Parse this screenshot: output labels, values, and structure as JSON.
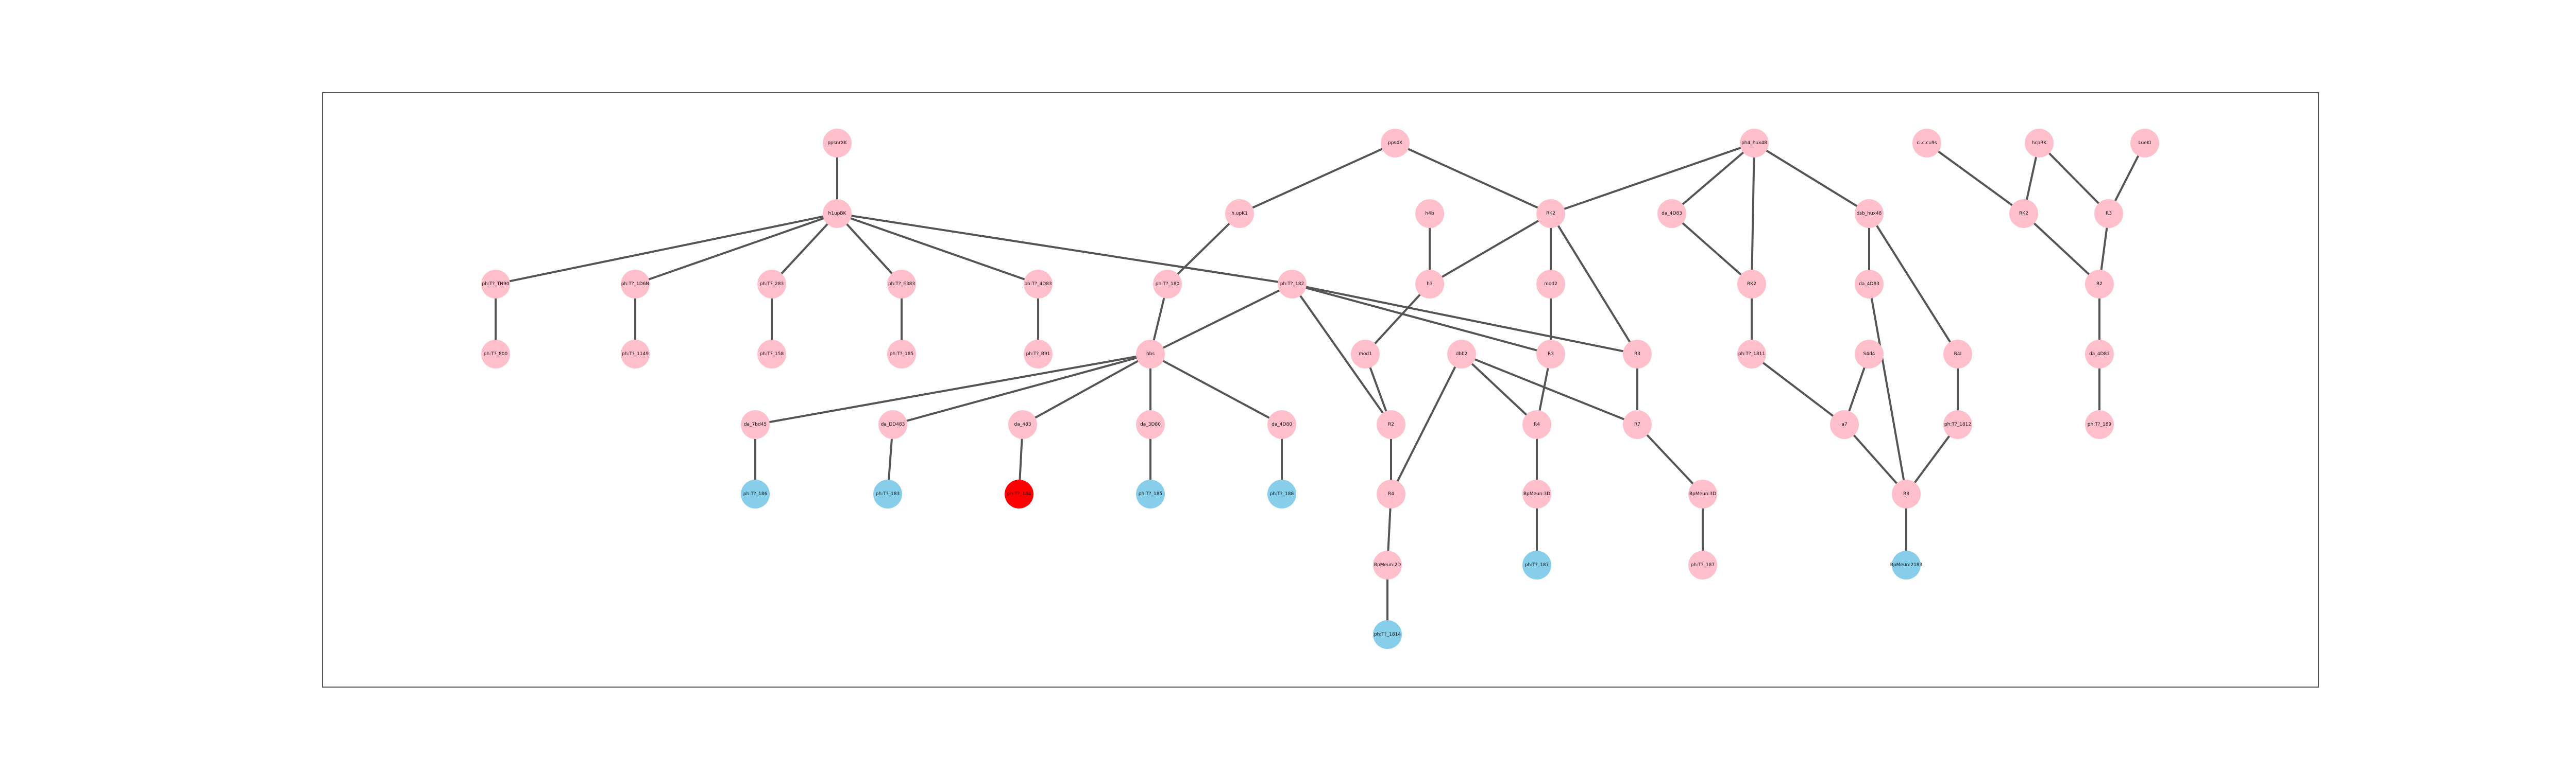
{
  "colors": {
    "default_node": "#ffc0cb",
    "leaf_node": "#87ceeb",
    "highlight_node": "#ff0000",
    "edge": "#555555",
    "frame": "#555555"
  },
  "graph": {
    "nodes": [
      {
        "id": "root1",
        "label": "ppsnrXK",
        "kind": "default"
      },
      {
        "id": "hub1",
        "label": "h1upBK",
        "kind": "default"
      },
      {
        "id": "a1",
        "label": "ph:T?_TN90",
        "kind": "default"
      },
      {
        "id": "a1c",
        "label": "ph:T?_800",
        "kind": "default"
      },
      {
        "id": "a2",
        "label": "ph:T?_1D6N",
        "kind": "default"
      },
      {
        "id": "a2c",
        "label": "ph:T?_1149",
        "kind": "default"
      },
      {
        "id": "a3",
        "label": "ph:T?_283",
        "kind": "default"
      },
      {
        "id": "a3c",
        "label": "ph:T?_158",
        "kind": "default"
      },
      {
        "id": "a4",
        "label": "ph:T?_E383",
        "kind": "default"
      },
      {
        "id": "a4c",
        "label": "ph:T?_185",
        "kind": "default"
      },
      {
        "id": "a5",
        "label": "ph:T?_4D83",
        "kind": "default"
      },
      {
        "id": "a5c",
        "label": "ph:T?_B91",
        "kind": "default"
      },
      {
        "id": "root2",
        "label": "pps4X",
        "kind": "default"
      },
      {
        "id": "l2",
        "label": "h.upK1",
        "kind": "default"
      },
      {
        "id": "b1",
        "label": "ph:T?_180",
        "kind": "default"
      },
      {
        "id": "b2",
        "label": "ph:T?_182",
        "kind": "default"
      },
      {
        "id": "c1",
        "label": "hbs",
        "kind": "default"
      },
      {
        "id": "c1a",
        "label": "da_7bd45",
        "kind": "default"
      },
      {
        "id": "c1b",
        "label": "da_DD483",
        "kind": "default"
      },
      {
        "id": "c1c",
        "label": "da_483",
        "kind": "default"
      },
      {
        "id": "c1d",
        "label": "da_3D80",
        "kind": "default"
      },
      {
        "id": "c1e",
        "label": "da_4D80",
        "kind": "default"
      },
      {
        "id": "d1",
        "label": "ph:T?_186",
        "kind": "leaf"
      },
      {
        "id": "d2",
        "label": "ph:T?_183",
        "kind": "leaf"
      },
      {
        "id": "d3",
        "label": "ph:T?_184",
        "kind": "highlight"
      },
      {
        "id": "d4",
        "label": "ph:T?_185",
        "kind": "leaf"
      },
      {
        "id": "d5",
        "label": "ph:T?_188",
        "kind": "leaf"
      },
      {
        "id": "r1",
        "label": "RK2",
        "kind": "default"
      },
      {
        "id": "h4b",
        "label": "h4b",
        "kind": "default"
      },
      {
        "id": "h3",
        "label": "h3",
        "kind": "default"
      },
      {
        "id": "mod2",
        "label": "mod2",
        "kind": "default"
      },
      {
        "id": "mod1",
        "label": "mod1",
        "kind": "default"
      },
      {
        "id": "db1",
        "label": "dbb2",
        "kind": "default"
      },
      {
        "id": "r2",
        "label": "R2",
        "kind": "default"
      },
      {
        "id": "r3",
        "label": "R3",
        "kind": "default"
      },
      {
        "id": "r4",
        "label": "R3",
        "kind": "default"
      },
      {
        "id": "r5",
        "label": "R4",
        "kind": "default"
      },
      {
        "id": "r6",
        "label": "R7",
        "kind": "default"
      },
      {
        "id": "r7",
        "label": "R4",
        "kind": "default"
      },
      {
        "id": "bf1",
        "label": "BpMeun:2D",
        "kind": "default"
      },
      {
        "id": "bf2",
        "label": "BpMeun:3D",
        "kind": "default"
      },
      {
        "id": "bf3",
        "label": "BpMeun:3D",
        "kind": "default"
      },
      {
        "id": "e1",
        "label": "ph:T?_1814",
        "kind": "leaf"
      },
      {
        "id": "e2",
        "label": "ph:T?_187",
        "kind": "leaf"
      },
      {
        "id": "e3",
        "label": "ph:T?_187",
        "kind": "default"
      },
      {
        "id": "root3",
        "label": "ph4_hux48",
        "kind": "default"
      },
      {
        "id": "f1",
        "label": "da_4D83",
        "kind": "default"
      },
      {
        "id": "f2",
        "label": "RK2",
        "kind": "default"
      },
      {
        "id": "f3",
        "label": "dsb_hux48",
        "kind": "default"
      },
      {
        "id": "f4",
        "label": "ph:T?_1811",
        "kind": "default"
      },
      {
        "id": "f5",
        "label": "da_4D83",
        "kind": "default"
      },
      {
        "id": "f6",
        "label": "S4d4",
        "kind": "default"
      },
      {
        "id": "f7",
        "label": "R4I",
        "kind": "default"
      },
      {
        "id": "f8",
        "label": "a7",
        "kind": "default"
      },
      {
        "id": "f9",
        "label": "ph:T?_1812",
        "kind": "default"
      },
      {
        "id": "f10",
        "label": "R8",
        "kind": "default"
      },
      {
        "id": "f11",
        "label": "BpMeun:2183",
        "kind": "leaf"
      },
      {
        "id": "g1",
        "label": "ci.c.cu9s",
        "kind": "default"
      },
      {
        "id": "g2",
        "label": "hcpRK",
        "kind": "default"
      },
      {
        "id": "g3",
        "label": "LueKI",
        "kind": "default"
      },
      {
        "id": "g4",
        "label": "RK2",
        "kind": "default"
      },
      {
        "id": "g5",
        "label": "R3",
        "kind": "default"
      },
      {
        "id": "g6",
        "label": "R2",
        "kind": "default"
      },
      {
        "id": "g7",
        "label": "da_4D83",
        "kind": "default"
      },
      {
        "id": "g8",
        "label": "ph:T?_189",
        "kind": "default"
      }
    ],
    "edges": [
      [
        "root1",
        "hub1"
      ],
      [
        "hub1",
        "a1"
      ],
      [
        "hub1",
        "a2"
      ],
      [
        "hub1",
        "a3"
      ],
      [
        "hub1",
        "a4"
      ],
      [
        "hub1",
        "a5"
      ],
      [
        "hub1",
        "b2"
      ],
      [
        "a1",
        "a1c"
      ],
      [
        "a2",
        "a2c"
      ],
      [
        "a3",
        "a3c"
      ],
      [
        "a4",
        "a4c"
      ],
      [
        "a5",
        "a5c"
      ],
      [
        "root2",
        "l2"
      ],
      [
        "root2",
        "r1"
      ],
      [
        "l2",
        "b1"
      ],
      [
        "b1",
        "c1"
      ],
      [
        "b2",
        "c1"
      ],
      [
        "b2",
        "r2"
      ],
      [
        "b2",
        "r3"
      ],
      [
        "b2",
        "r4"
      ],
      [
        "c1",
        "c1a"
      ],
      [
        "c1",
        "c1b"
      ],
      [
        "c1",
        "c1c"
      ],
      [
        "c1",
        "c1d"
      ],
      [
        "c1",
        "c1e"
      ],
      [
        "c1a",
        "d1"
      ],
      [
        "c1b",
        "d2"
      ],
      [
        "c1c",
        "d3"
      ],
      [
        "c1d",
        "d4"
      ],
      [
        "c1e",
        "d5"
      ],
      [
        "r1",
        "h3"
      ],
      [
        "r1",
        "mod2"
      ],
      [
        "r1",
        "r4"
      ],
      [
        "h4b",
        "h3"
      ],
      [
        "h3",
        "mod1"
      ],
      [
        "mod1",
        "r2"
      ],
      [
        "mod2",
        "r3"
      ],
      [
        "db1",
        "r5"
      ],
      [
        "db1",
        "r6"
      ],
      [
        "db1",
        "r7"
      ],
      [
        "r2",
        "r7"
      ],
      [
        "r3",
        "r5"
      ],
      [
        "r4",
        "r6"
      ],
      [
        "r7",
        "bf1"
      ],
      [
        "r5",
        "bf2"
      ],
      [
        "r6",
        "bf3"
      ],
      [
        "bf1",
        "e1"
      ],
      [
        "bf2",
        "e2"
      ],
      [
        "bf3",
        "e3"
      ],
      [
        "root3",
        "r1"
      ],
      [
        "root3",
        "f1"
      ],
      [
        "root3",
        "f2"
      ],
      [
        "root3",
        "f3"
      ],
      [
        "f1",
        "f2"
      ],
      [
        "f2",
        "f4"
      ],
      [
        "f3",
        "f5"
      ],
      [
        "f3",
        "f7"
      ],
      [
        "f4",
        "f8"
      ],
      [
        "f5",
        "f10"
      ],
      [
        "f6",
        "f8"
      ],
      [
        "f7",
        "f9"
      ],
      [
        "f8",
        "f10"
      ],
      [
        "f9",
        "f10"
      ],
      [
        "f10",
        "f11"
      ],
      [
        "g1",
        "g4"
      ],
      [
        "g2",
        "g4"
      ],
      [
        "g2",
        "g5"
      ],
      [
        "g3",
        "g5"
      ],
      [
        "g4",
        "g6"
      ],
      [
        "g5",
        "g6"
      ],
      [
        "g6",
        "g7"
      ],
      [
        "g7",
        "g8"
      ]
    ]
  }
}
